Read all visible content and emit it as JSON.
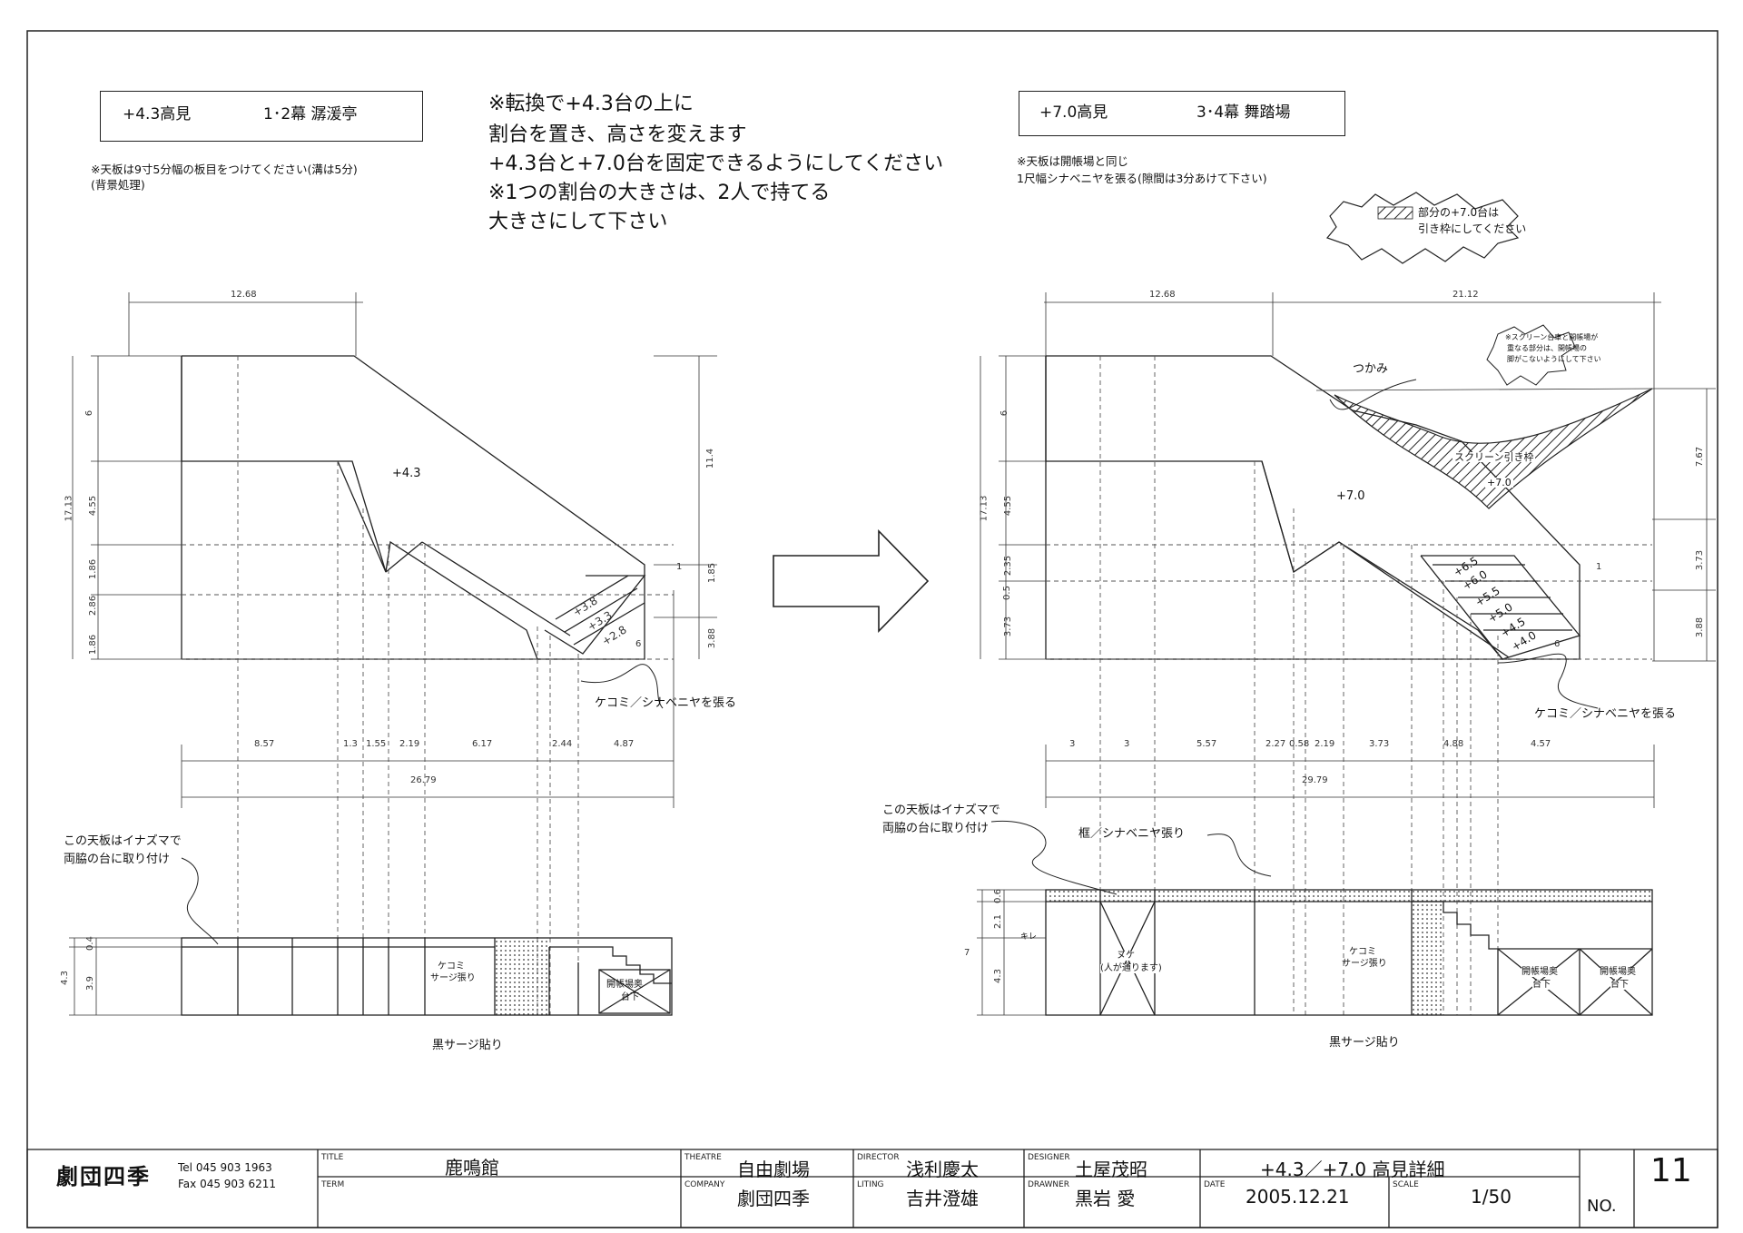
{
  "left_view": {
    "header": {
      "height_label": "+4.3高見",
      "act_label": "1･2幕 潺湲亭"
    },
    "note_line1": "※天板は9寸5分幅の板目をつけてください(溝は5分)",
    "note_line2": "(背景処理)",
    "top_dim": "12.68",
    "platform_label": "+4.3",
    "step_labels": [
      "+3.8",
      "+3.3",
      "+2.8"
    ],
    "step_depth": "6",
    "left_dims": [
      "6",
      "4.55",
      "1.86",
      "2.86",
      "1.86"
    ],
    "total_height": "17.13",
    "right_dims": [
      "11.4",
      "1.85",
      "3.88"
    ],
    "step_side_dim": "1",
    "kekomi_note": "ケコミ／シナベニヤを張る",
    "bottom_dims": [
      "8.57",
      "1.3",
      "1.55",
      "2.19",
      "6.17",
      "2.44",
      "4.87"
    ],
    "total_width": "26.79",
    "inazuma_note_1": "この天板はイナズマで",
    "inazuma_note_2": "両脇の台に取り付け",
    "elev_dims": [
      "0.4",
      "3.9"
    ],
    "elev_total": "4.3",
    "serge_label_1": "ケコミ",
    "serge_label_2": "サージ張り",
    "kaicho_label_1": "開帳場奥",
    "kaicho_label_2": "台下",
    "black_serge": "黒サージ貼り"
  },
  "center_note": {
    "line1": "※転換で+4.3台の上に",
    "line2": "割台を置き、高さを変えます",
    "line3": "+4.3台と+7.0台を固定できるようにしてください",
    "line4": "※1つの割台の大きさは、2人で持てる",
    "line5": "大きさにして下さい"
  },
  "right_view": {
    "header": {
      "height_label": "+7.0高見",
      "act_label": "3･4幕 舞踏場"
    },
    "note_line1": "※天板は開帳場と同じ",
    "note_line2": "1尺幅シナベニヤを張る(隙間は3分あけて下さい)",
    "cloud_note_1": "部分の+7.0台は",
    "cloud_note_2": "引き枠にしてください",
    "top_dims": [
      "12.68",
      "21.12"
    ],
    "screen_note_1": "※スクリーン台車と開帳場が",
    "screen_note_2": "重なる部分は、開帳場の",
    "screen_note_3": "脚がこないようにして下さい",
    "tsukami": "つかみ",
    "screen_frame": "スクリーン引き枠",
    "screen_plus": "+7.0",
    "platform_label": "+7.0",
    "step_labels": [
      "+6.5",
      "+6.0",
      "+5.5",
      "+5.0",
      "+4.5",
      "+4.0"
    ],
    "step_depth": "6",
    "step_side_dim": "1",
    "left_dims": [
      "6",
      "4.55",
      "2.35",
      "0.5",
      "3.73"
    ],
    "total_height": "17.13",
    "right_dims": [
      "7.67",
      "3.73",
      "3.88"
    ],
    "kekomi_note": "ケコミ／シナベニヤを張る",
    "bottom_dims": [
      "3",
      "3",
      "5.57",
      "2.27",
      "0.58",
      "2.19",
      "3.73",
      "4.88",
      "4.57"
    ],
    "total_width": "29.79",
    "inazuma_note_1": "この天板はイナズマで",
    "inazuma_note_2": "両脇の台に取り付け",
    "frame_note": "框／シナベニヤ張り",
    "elev_dims": [
      "0.6",
      "2.1",
      "4.3"
    ],
    "elev_total": "7",
    "kire": "キレ",
    "nuke_1": "ヌケ",
    "nuke_2": "(人が通ります)",
    "serge_label_1": "ケコミ",
    "serge_label_2": "サージ張り",
    "kaicho_a_1": "開帳場奥",
    "kaicho_a_2": "台下",
    "kaicho_b_1": "開帳場奥",
    "kaicho_b_2": "台下",
    "black_serge": "黒サージ貼り"
  },
  "title_block": {
    "company_logo": "劇団四季",
    "tel": "Tel 045 903 1963",
    "fax": "Fax 045 903 6211",
    "title_caption": "TITLE",
    "title": "鹿鳴館",
    "term_caption": "TERM",
    "theatre_caption": "THEATRE",
    "theatre": "自由劇場",
    "company_caption": "COMPANY",
    "company": "劇団四季",
    "director_caption": "DIRECTOR",
    "director": "浅利慶太",
    "lighting_caption": "LITING",
    "lighting": "吉井澄雄",
    "designer_caption": "DESIGNER",
    "designer": "土屋茂昭",
    "drawer_caption": "DRAWNER",
    "drawer": "黒岩 愛",
    "drawing_title": "+4.3／+7.0 高見詳細",
    "date_caption": "DATE",
    "date": "2005.12.21",
    "scale_caption": "SCALE",
    "scale": "1/50",
    "no_label": "NO.",
    "number": "11"
  }
}
